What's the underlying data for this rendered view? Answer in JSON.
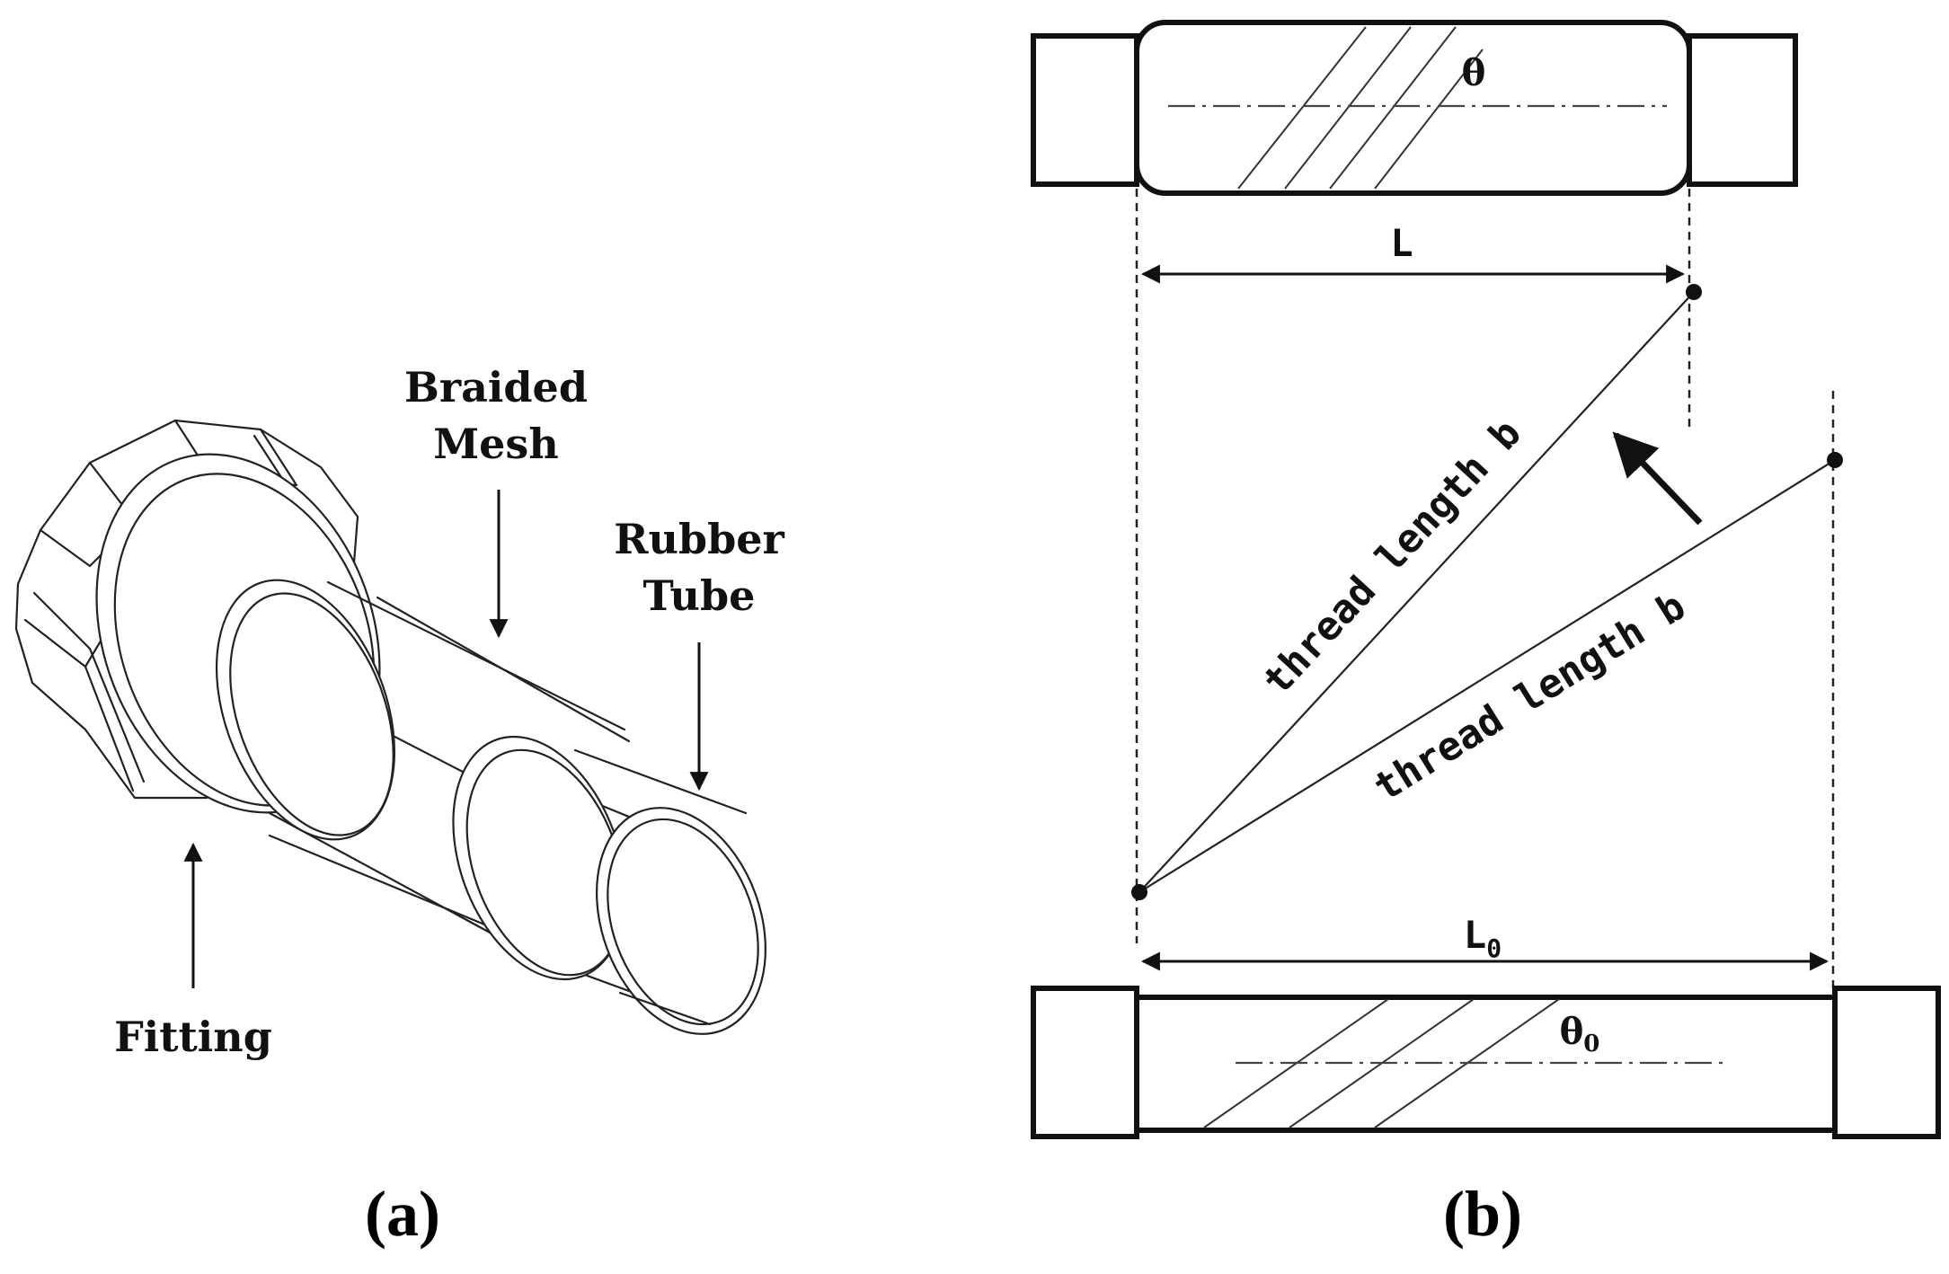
{
  "panel_a": {
    "labels": {
      "braided": "Braided",
      "mesh": "Mesh",
      "rubber": "Rubber",
      "tube": "Tube",
      "fitting": "Fitting"
    },
    "caption": "(a)"
  },
  "panel_b": {
    "theta": "θ",
    "theta0_base": "θ",
    "theta0_sub": "0",
    "L": "L",
    "L0_base": "L",
    "L0_sub": "0",
    "thread_upper": "thread length b",
    "thread_lower": "thread length b",
    "caption": "(b)"
  }
}
